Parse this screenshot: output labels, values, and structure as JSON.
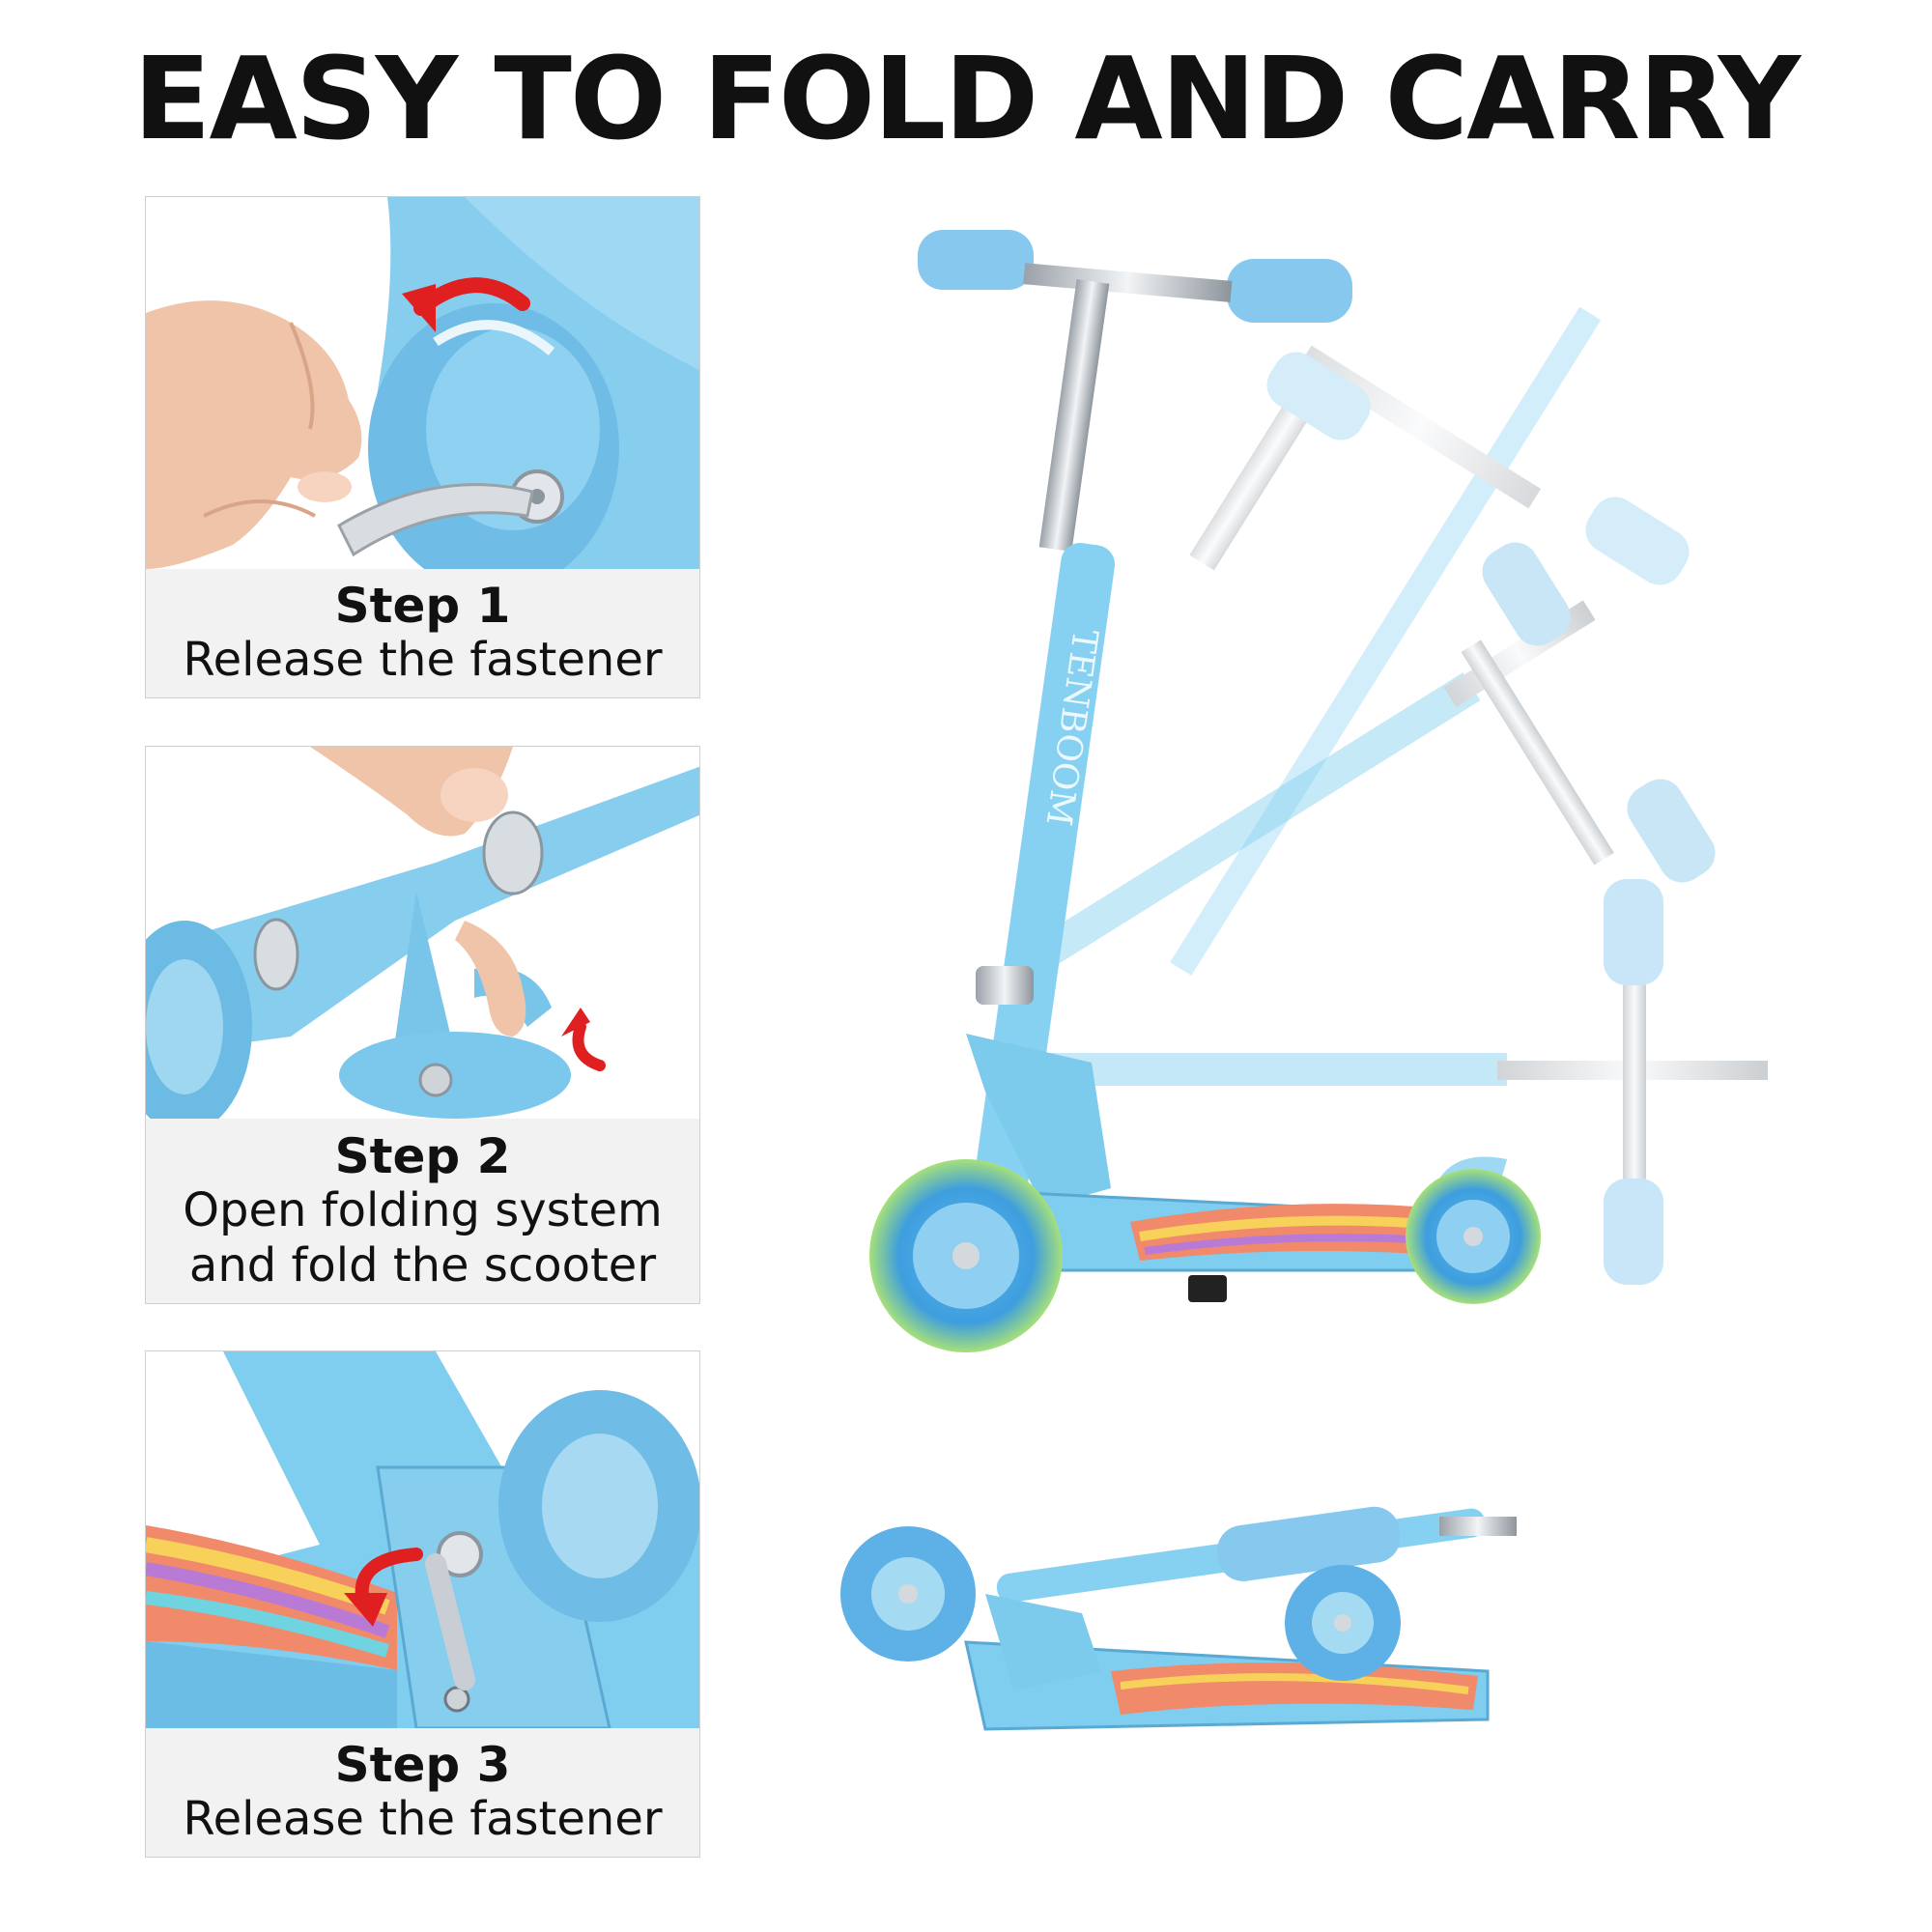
{
  "headline": "EASY TO FOLD AND CARRY",
  "steps": [
    {
      "title": "Step 1",
      "description": "Release the fastener"
    },
    {
      "title": "Step 2",
      "description": "Open folding system\nand fold the scooter"
    },
    {
      "title": "Step 3",
      "description": "Release the fastener"
    }
  ],
  "brand_text": "TENBOOM",
  "colors": {
    "scooter_blue": "#7fcdef",
    "scooter_blue_dark": "#4fa9d8",
    "grip_blue": "#86c8ee",
    "metal": "#c9ced4",
    "arrow_red": "#e02020",
    "caption_bg": "#f2f2f2"
  },
  "icons": [
    "curved-arrow-icon",
    "hand-icon",
    "light-up-wheel-icon"
  ]
}
